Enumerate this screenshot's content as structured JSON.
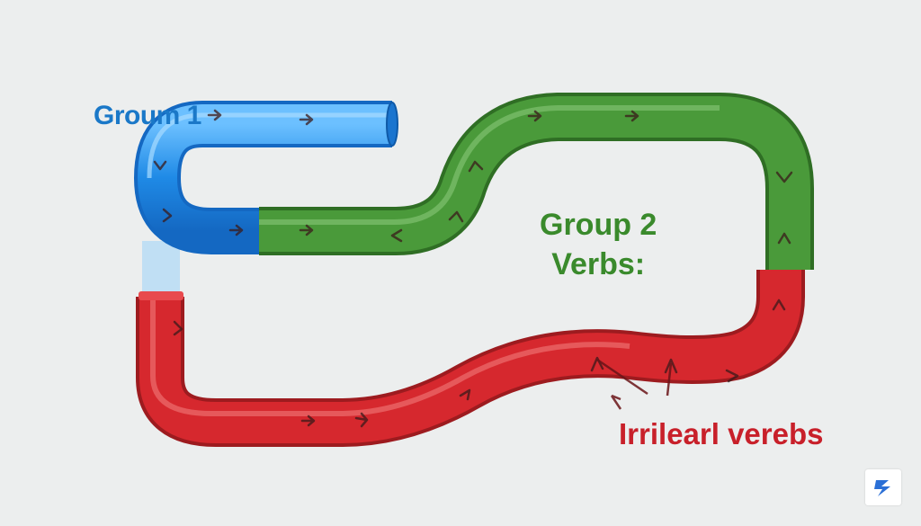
{
  "labels": {
    "group1": "Groum 1",
    "group2_line1": "Group 2",
    "group2_line2": "Verbs:",
    "irregular": "Irrilearl verebs"
  },
  "colors": {
    "background": "#eceeee",
    "blue": "#2a8fe0",
    "green": "#4a9a3a",
    "red": "#d6282e",
    "group1_text": "#1a78c8",
    "group2_text": "#3a8a2c",
    "irregular_text": "#c8202a",
    "arrow": "#7a1a1a"
  },
  "icons": {
    "flow_arrow": "chevron-right-icon",
    "badge": "lightning-logo-icon"
  }
}
